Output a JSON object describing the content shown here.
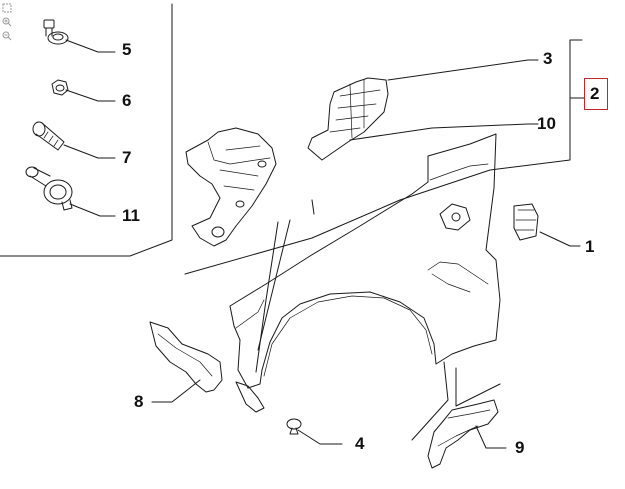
{
  "callouts": {
    "c1": "1",
    "c2": "2",
    "c3": "3",
    "c4": "4",
    "c5": "5",
    "c6": "6",
    "c7": "7",
    "c8": "8",
    "c9": "9",
    "c10": "10",
    "c11": "11"
  },
  "toolbar": {
    "fit_icon": "fit-page-icon",
    "zoom_in_icon": "zoom-in-icon",
    "zoom_out_icon": "zoom-out-icon"
  },
  "colors": {
    "line": "#1a1a1a",
    "highlight": "#c0272d"
  }
}
